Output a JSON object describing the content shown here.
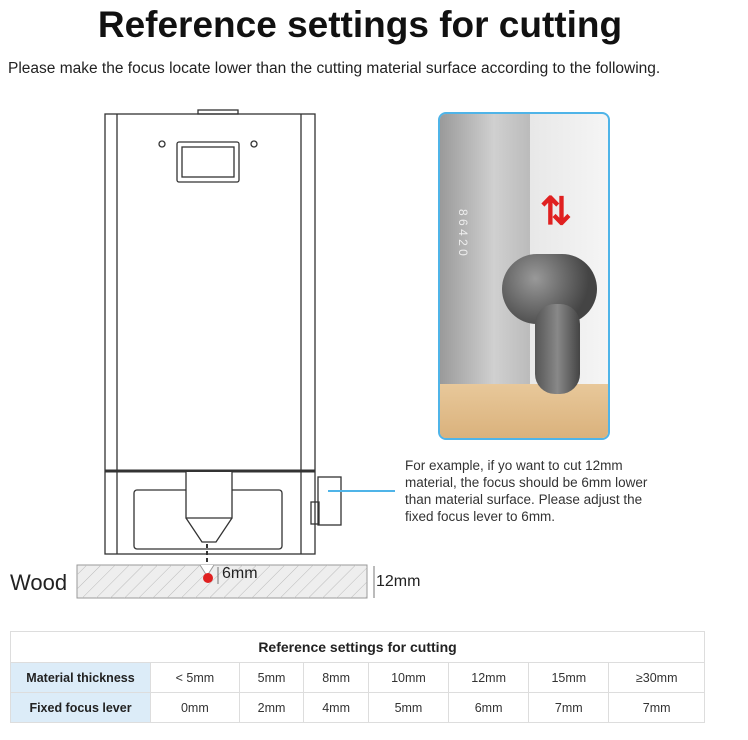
{
  "title": "Reference settings for cutting",
  "subtitle": "Please make the focus locate lower than the cutting material surface according to the following.",
  "diagram": {
    "material_label": "Wood",
    "focus_depth": "6mm",
    "thickness": "12mm"
  },
  "photo": {
    "scale_marks": [
      "8",
      "6",
      "4",
      "2",
      "0"
    ]
  },
  "note": "For example, if yo want to cut 12mm material, the focus should be 6mm lower than material surface. Please adjust the fixed focus lever to 6mm.",
  "table": {
    "caption": "Reference settings for cutting",
    "rows": [
      {
        "header": "Material thickness",
        "cells": [
          "< 5mm",
          "5mm",
          "8mm",
          "10mm",
          "12mm",
          "15mm",
          "≥30mm"
        ]
      },
      {
        "header": "Fixed focus lever",
        "cells": [
          "0mm",
          "2mm",
          "4mm",
          "5mm",
          "6mm",
          "7mm",
          "7mm"
        ]
      }
    ]
  },
  "colors": {
    "accent": "#4fb4e8",
    "focus": "#e02020",
    "header_bg": "#dcecf8"
  }
}
